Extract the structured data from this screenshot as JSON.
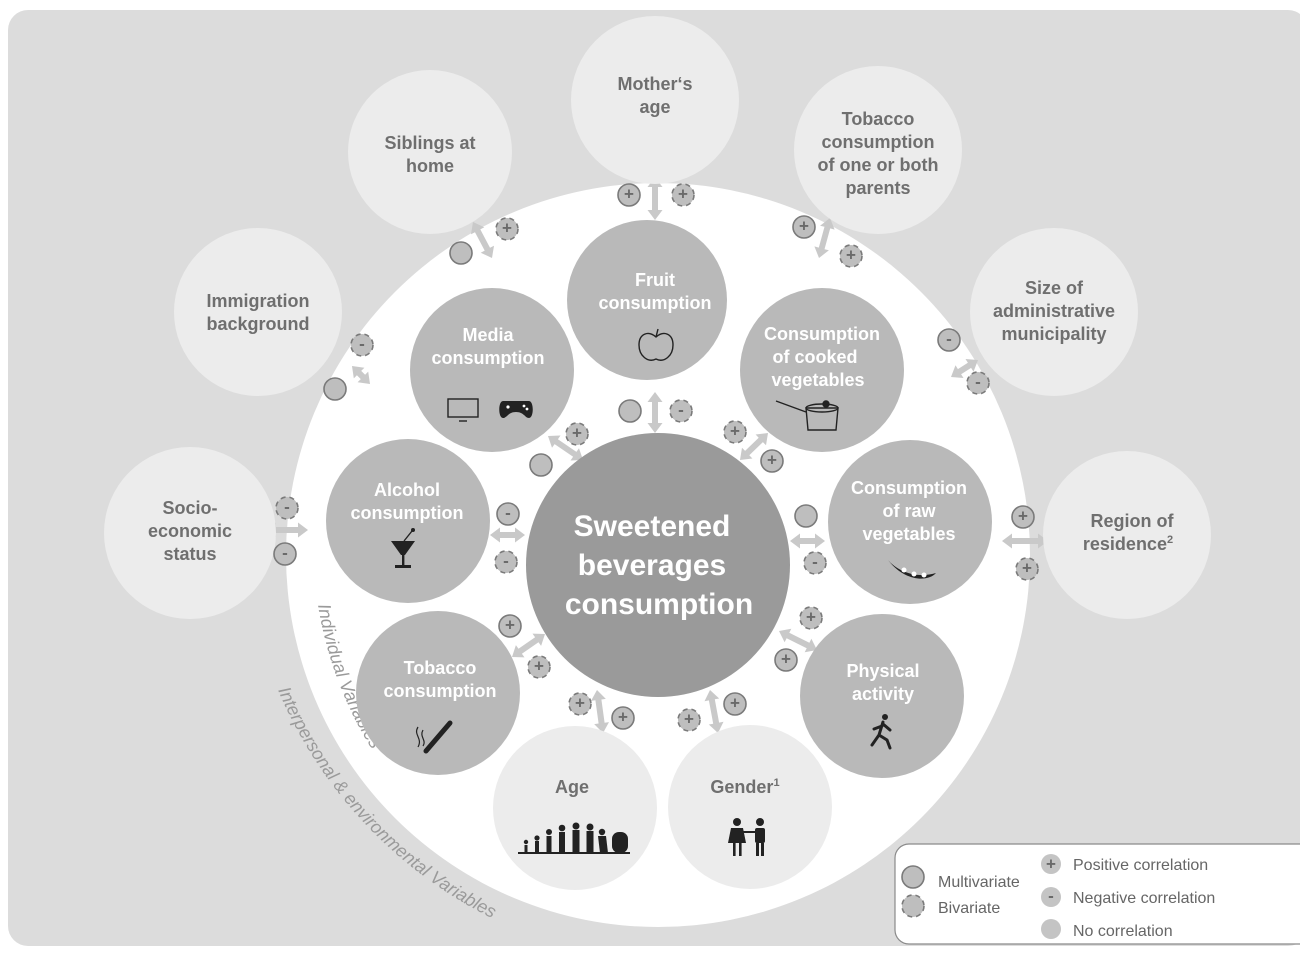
{
  "colors": {
    "outer_bg": "#dcdcdc",
    "white_ring": "#ffffff",
    "env_circle": "#ececec",
    "ind_circle": "#b9b9b9",
    "center_circle": "#9a9a9a",
    "arrow": "#c9c9c9",
    "marker": "#bebebe"
  },
  "center": {
    "lines": [
      "Sweetened",
      "beverages",
      "consumption"
    ]
  },
  "individual": [
    {
      "id": "fruit",
      "lines": [
        "Fruit",
        "consumption"
      ],
      "icon": "apple-icon"
    },
    {
      "id": "media",
      "lines": [
        "Media",
        "consumption"
      ],
      "icon": "tv-gamepad-icon"
    },
    {
      "id": "cooked",
      "lines": [
        "Consumption",
        "of cooked",
        "vegetables"
      ],
      "icon": "pot-icon"
    },
    {
      "id": "alcohol",
      "lines": [
        "Alcohol",
        "consumption"
      ],
      "icon": "cocktail-icon"
    },
    {
      "id": "raw",
      "lines": [
        "Consumption",
        "of raw",
        "vegetables"
      ],
      "icon": "pea-pod-icon"
    },
    {
      "id": "tobacco",
      "lines": [
        "Tobacco",
        "consumption"
      ],
      "icon": "cigarette-icon"
    },
    {
      "id": "physical",
      "lines": [
        "Physical",
        "activity"
      ],
      "icon": "runner-icon"
    }
  ],
  "environment": [
    {
      "id": "mother",
      "lines": [
        "Mother‘s",
        "age"
      ]
    },
    {
      "id": "siblings",
      "lines": [
        "Siblings at",
        "home"
      ]
    },
    {
      "id": "parents_tobacco",
      "lines": [
        "Tobacco",
        "consumption",
        "of one or both",
        "parents"
      ]
    },
    {
      "id": "immigration",
      "lines": [
        "Immigration",
        "background"
      ]
    },
    {
      "id": "municipality",
      "lines": [
        "Size of",
        "administrative",
        "municipality"
      ]
    },
    {
      "id": "ses",
      "lines": [
        "Socio-",
        "economic",
        "status"
      ]
    },
    {
      "id": "region",
      "lines": [
        "Region of",
        "residence"
      ],
      "superscript": "2"
    },
    {
      "id": "age",
      "lines": [
        "Age"
      ],
      "icon": "human-evolution-icon"
    },
    {
      "id": "gender",
      "lines": [
        "Gender"
      ],
      "superscript": "1",
      "icon": "boy-girl-icon"
    }
  ],
  "markers": [
    {
      "key": "m1",
      "sign": "+",
      "type": "multivariate"
    },
    {
      "key": "m2",
      "sign": "+",
      "type": "bivariate"
    },
    {
      "key": "m3",
      "sign": "",
      "type": "multivariate"
    },
    {
      "key": "m4",
      "sign": "+",
      "type": "bivariate"
    },
    {
      "key": "m5",
      "sign": "+",
      "type": "multivariate"
    },
    {
      "key": "m6",
      "sign": "+",
      "type": "bivariate"
    },
    {
      "key": "m7",
      "sign": "-",
      "type": "bivariate"
    },
    {
      "key": "m8",
      "sign": "",
      "type": "multivariate"
    },
    {
      "key": "m9",
      "sign": "-",
      "type": "multivariate"
    },
    {
      "key": "m10",
      "sign": "-",
      "type": "bivariate"
    },
    {
      "key": "m11",
      "sign": "-",
      "type": "bivariate"
    },
    {
      "key": "m12",
      "sign": "-",
      "type": "multivariate"
    },
    {
      "key": "m13",
      "sign": "+",
      "type": "multivariate"
    },
    {
      "key": "m14",
      "sign": "+",
      "type": "bivariate"
    },
    {
      "key": "m15",
      "sign": "",
      "type": "multivariate"
    },
    {
      "key": "m16",
      "sign": "-",
      "type": "bivariate"
    },
    {
      "key": "m17",
      "sign": "+",
      "type": "bivariate"
    },
    {
      "key": "m18",
      "sign": "",
      "type": "multivariate"
    },
    {
      "key": "m19",
      "sign": "+",
      "type": "bivariate"
    },
    {
      "key": "m20",
      "sign": "+",
      "type": "multivariate"
    },
    {
      "key": "m21",
      "sign": "-",
      "type": "multivariate"
    },
    {
      "key": "m22",
      "sign": "-",
      "type": "bivariate"
    },
    {
      "key": "m23",
      "sign": "",
      "type": "multivariate"
    },
    {
      "key": "m24",
      "sign": "-",
      "type": "bivariate"
    },
    {
      "key": "m25",
      "sign": "+",
      "type": "multivariate"
    },
    {
      "key": "m26",
      "sign": "+",
      "type": "bivariate"
    },
    {
      "key": "m27",
      "sign": "+",
      "type": "bivariate"
    },
    {
      "key": "m28",
      "sign": "+",
      "type": "multivariate"
    },
    {
      "key": "m29",
      "sign": "+",
      "type": "bivariate"
    },
    {
      "key": "m30",
      "sign": "+",
      "type": "multivariate"
    },
    {
      "key": "m31",
      "sign": "+",
      "type": "bivariate"
    },
    {
      "key": "m32",
      "sign": "+",
      "type": "multivariate"
    },
    {
      "key": "m33",
      "sign": "+",
      "type": "multivariate"
    },
    {
      "key": "m34",
      "sign": "+",
      "type": "bivariate"
    }
  ],
  "ring_labels": {
    "individual": "Individual Variables",
    "interpersonal": "Interpersonal & environmental Variables"
  },
  "legend": {
    "multivariate": "Multivariate",
    "bivariate": "Bivariate",
    "positive": "Positive correlation",
    "negative": "Negative correlation",
    "none": "No correlation",
    "plus": "+",
    "minus": "-"
  }
}
